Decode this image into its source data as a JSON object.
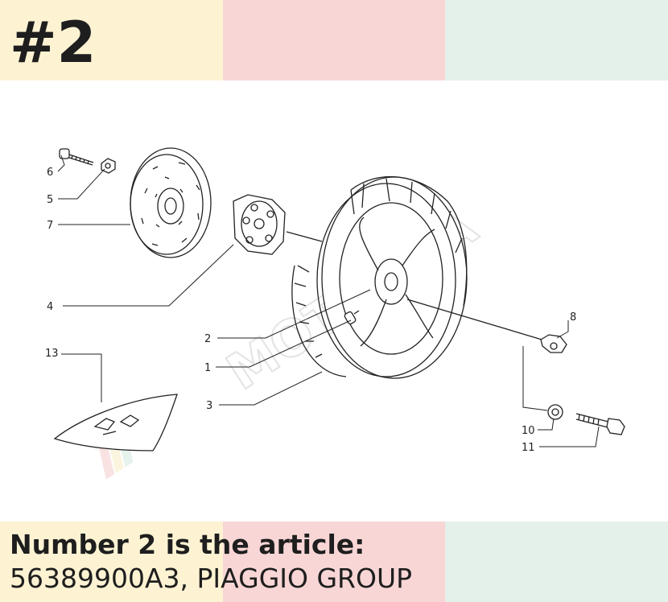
{
  "header": {
    "badge": "#2"
  },
  "caption": {
    "line1": "Number 2 is the article:",
    "line2": "56389900A3, PIAGGIO GROUP"
  },
  "diagram": {
    "callouts": [
      "6",
      "5",
      "7",
      "4",
      "2",
      "1",
      "3",
      "13",
      "8",
      "10",
      "11"
    ]
  },
  "watermark": {
    "text": "MOTORKA"
  },
  "colors": {
    "pink": "#f9d6d6",
    "yellow": "#fdf3d3",
    "mint": "#e3f1ea",
    "ink": "#1e1e1e"
  }
}
